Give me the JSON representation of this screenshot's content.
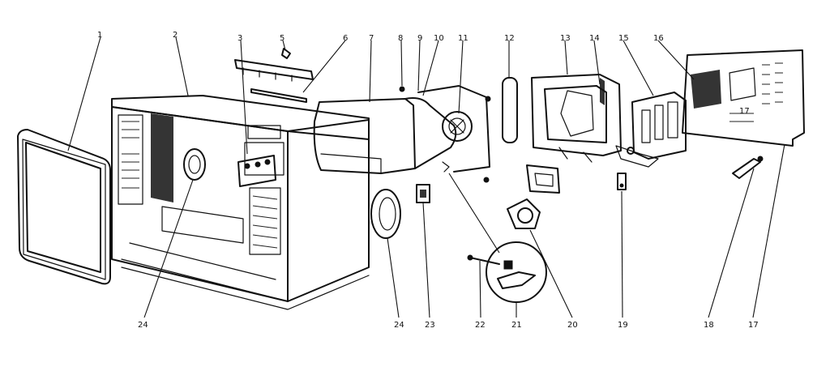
{
  "labels": {
    "p1": "1",
    "p2": "2",
    "p3": "3",
    "p5": "5",
    "p6": "6",
    "p7": "7",
    "p8": "8",
    "p9": "9",
    "p10": "10",
    "p11": "11",
    "p12": "12",
    "p13": "13",
    "p14": "14",
    "p15": "15",
    "p16": "16",
    "p17_top": "17",
    "p17": "17",
    "p18": "18",
    "p19": "19",
    "p20": "20",
    "p21": "21",
    "p22": "22",
    "p23": "23",
    "p24_right": "24",
    "p24_left": "24"
  }
}
